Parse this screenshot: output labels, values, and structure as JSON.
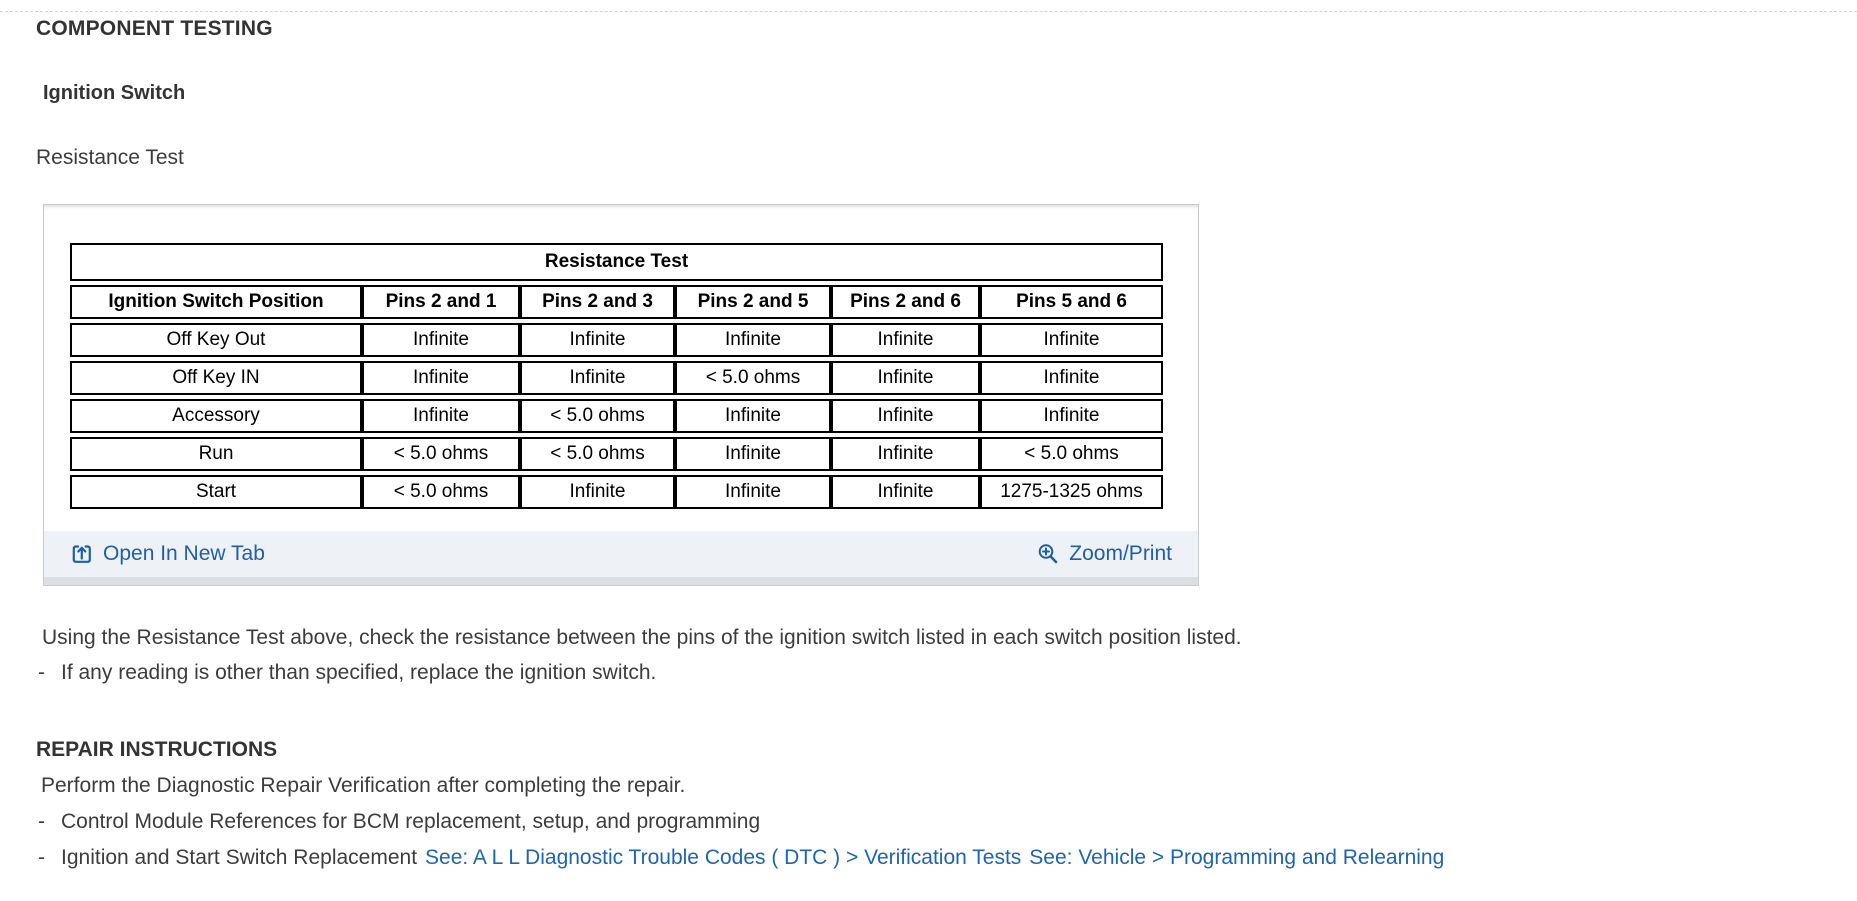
{
  "headings": {
    "component_testing": "COMPONENT TESTING",
    "ignition_switch": "Ignition Switch",
    "resistance_test_label": "Resistance Test"
  },
  "table": {
    "title": "Resistance Test",
    "columns": [
      "Ignition Switch Position",
      "Pins 2 and 1",
      "Pins 2 and 3",
      "Pins 2 and 5",
      "Pins 2 and 6",
      "Pins 5 and 6"
    ],
    "rows": [
      [
        "Off Key Out",
        "Infinite",
        "Infinite",
        "Infinite",
        "Infinite",
        "Infinite"
      ],
      [
        "Off Key IN",
        "Infinite",
        "Infinite",
        "< 5.0 ohms",
        "Infinite",
        "Infinite"
      ],
      [
        "Accessory",
        "Infinite",
        "< 5.0 ohms",
        "Infinite",
        "Infinite",
        "Infinite"
      ],
      [
        "Run",
        "< 5.0 ohms",
        "< 5.0 ohms",
        "Infinite",
        "Infinite",
        "< 5.0 ohms"
      ],
      [
        "Start",
        "< 5.0 ohms",
        "Infinite",
        "Infinite",
        "Infinite",
        "1275-1325 ohms"
      ]
    ]
  },
  "toolbar": {
    "open_in_new_tab": "Open In New Tab",
    "zoom_print": "Zoom/Print"
  },
  "body_text": {
    "bullet_dash": "-",
    "using_line": "Using the Resistance Test above, check the resistance between the pins of the ignition switch listed in each switch position listed.",
    "reading_bullet": "If any reading is other than specified, replace the ignition switch."
  },
  "repair": {
    "heading": "REPAIR INSTRUCTIONS",
    "perform_line": "Perform the Diagnostic Repair Verification after completing the repair.",
    "control_bullet": "Control Module References for BCM replacement, setup, and programming",
    "ignition_bullet_prefix": "Ignition and Start Switch Replacement",
    "ignition_link_1": "See: A L L Diagnostic Trouble Codes ( DTC ) > Verification Tests",
    "ignition_link_2": "See: Vehicle > Programming and Relearning"
  },
  "icons": {
    "open_in_new_tab": "open-in-new-tab-icon",
    "zoom_print": "zoom-in-icon"
  },
  "colors": {
    "link_blue": "#1d5fa9",
    "inline_link_blue": "#1c64b4",
    "toolbar_bg": "#eef1f5",
    "scrollbar_gray": "#dcdee1",
    "table_border": "#000000",
    "text_dark": "#333333"
  }
}
